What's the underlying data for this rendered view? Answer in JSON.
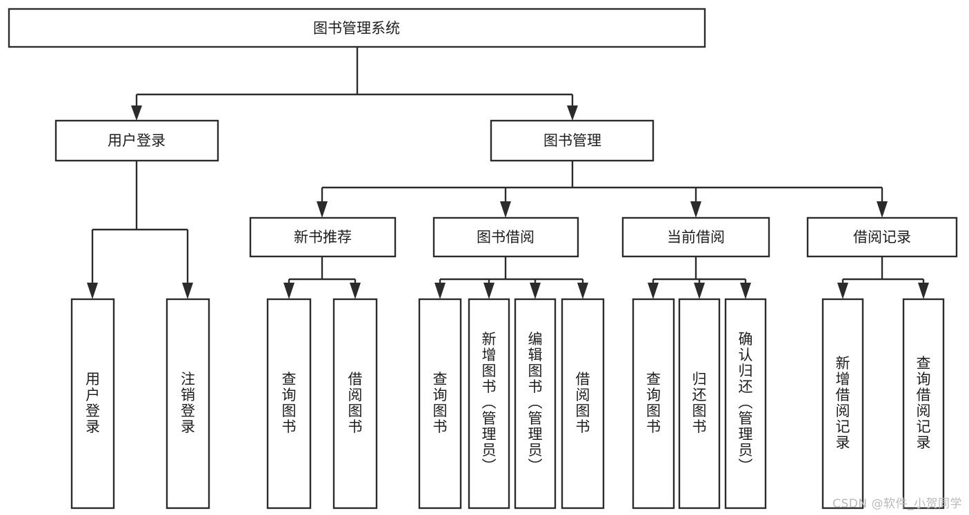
{
  "diagram": {
    "type": "tree-hierarchy-diagram",
    "title": "图书管理系统",
    "watermark": "CSDN @软件_小贺同学",
    "colors": {
      "stroke": "#2b2b2b",
      "fill": "#ffffff",
      "text": "#1d1d1d",
      "watermark": "#b9b9b9",
      "background": "#ffffff"
    },
    "root": {
      "label": "图书管理系统"
    },
    "level2": [
      {
        "label": "用户登录"
      },
      {
        "label": "图书管理"
      }
    ],
    "level3": [
      {
        "label": "新书推荐"
      },
      {
        "label": "图书借阅"
      },
      {
        "label": "当前借阅"
      },
      {
        "label": "借阅记录"
      }
    ],
    "leaves": {
      "user_login": [
        {
          "label": "用户登录"
        },
        {
          "label": "注销登录"
        }
      ],
      "new_book_recommend": [
        {
          "label": "查询图书"
        },
        {
          "label": "借阅图书"
        }
      ],
      "book_borrow": [
        {
          "label": "查询图书"
        },
        {
          "label": "新增图书（管理员）"
        },
        {
          "label": "编辑图书（管理员）"
        },
        {
          "label": "借阅图书"
        }
      ],
      "current_borrow": [
        {
          "label": "查询图书"
        },
        {
          "label": "归还图书"
        },
        {
          "label": "确认归还（管理员）"
        }
      ],
      "borrow_record": [
        {
          "label": "新增借阅记录"
        },
        {
          "label": "查询借阅记录"
        }
      ]
    }
  }
}
